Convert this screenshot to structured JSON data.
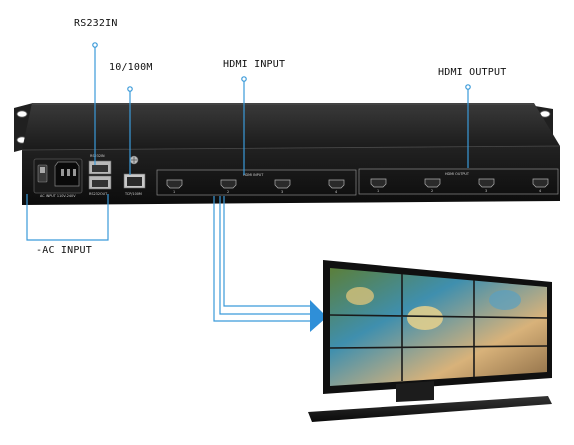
{
  "callouts": {
    "rs232_in": "RS232IN",
    "ethernet": "10/100M",
    "hdmi_input": "HDMI INPUT",
    "hdmi_output": "HDMI OUTPUT",
    "ac_input": "-AC INPUT"
  },
  "panel_labels": {
    "rs232_in": "RS232IN",
    "rs232_out": "RS232OUT",
    "ethernet": "TCP/100M",
    "power": "AC INPUT 110V-240V",
    "hdmi_input_group": "HDMI INPUT",
    "hdmi_output_group": "HDMI OUTPUT"
  },
  "hdmi_input_ports": [
    "1",
    "2",
    "3",
    "4"
  ],
  "hdmi_output_ports": [
    "1",
    "2",
    "3",
    "4"
  ],
  "colors": {
    "callout_line": "#3a9ad9",
    "arrow": "#2f8fd8",
    "chassis": "#1d1d1d",
    "panel": "#101010"
  }
}
